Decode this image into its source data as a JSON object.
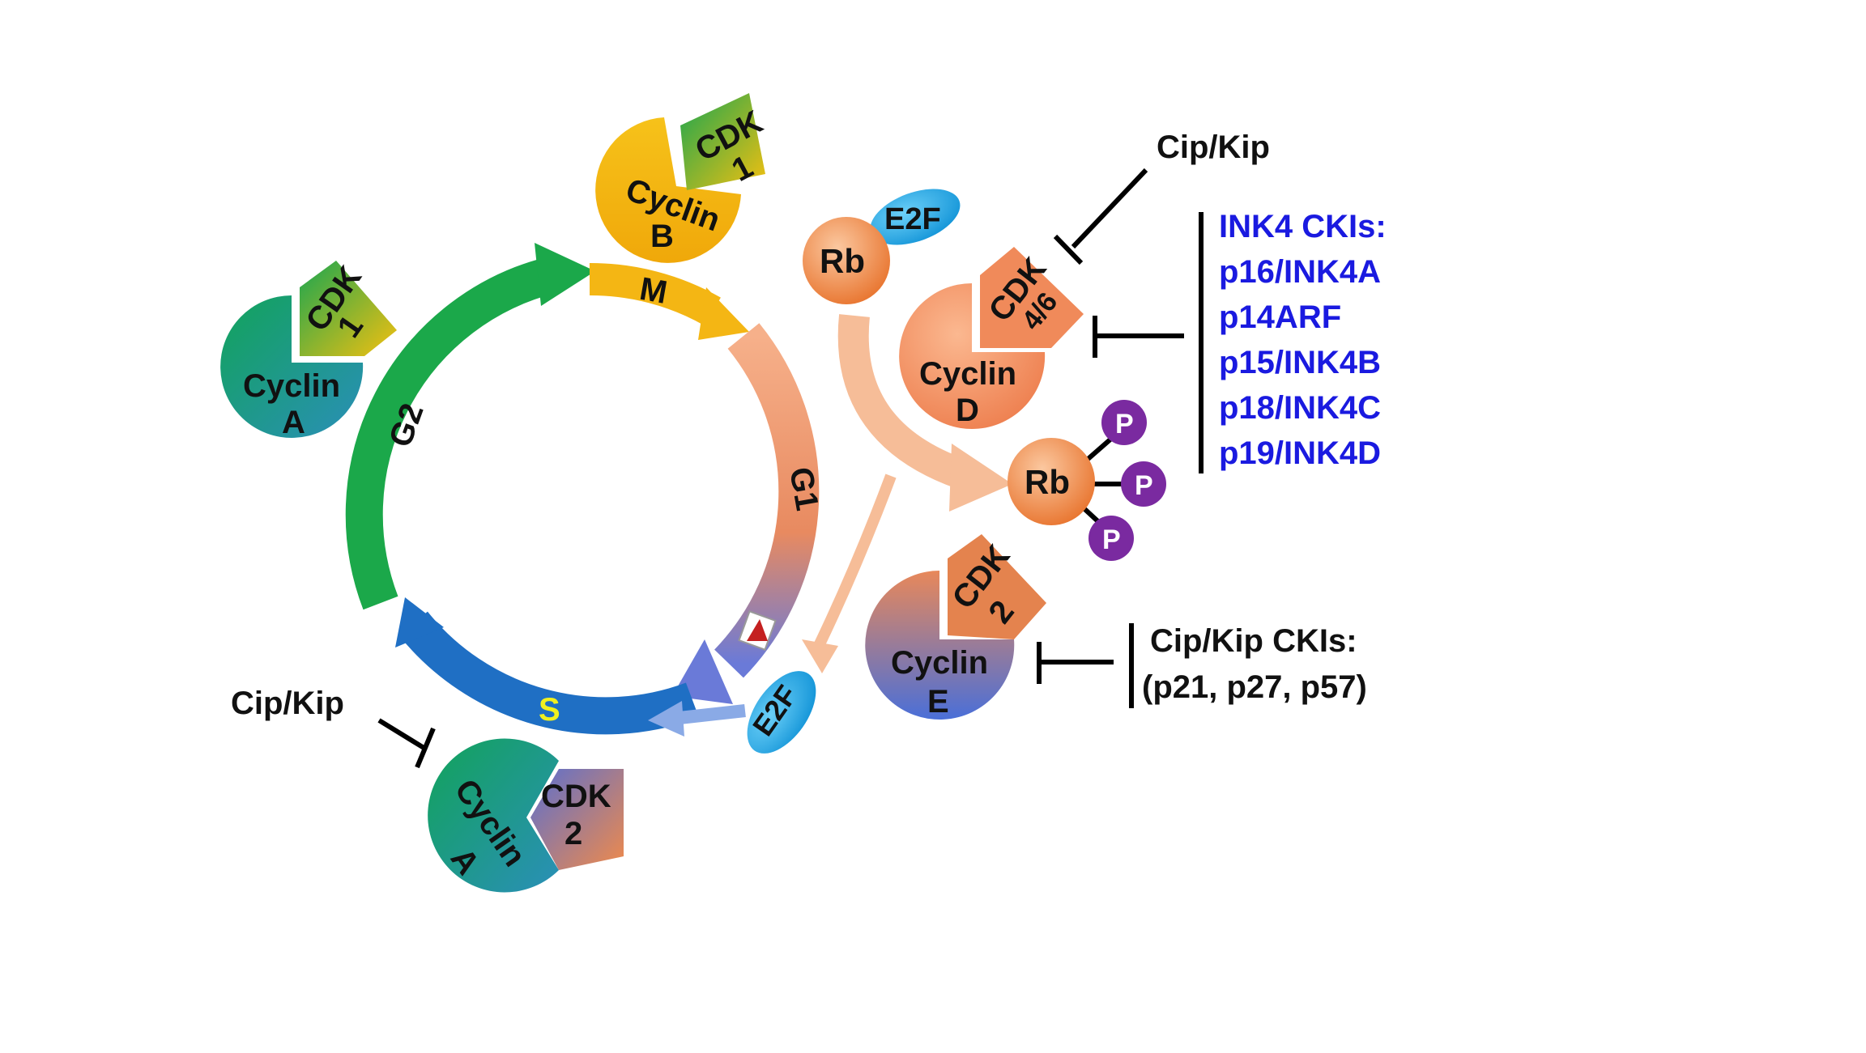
{
  "colors": {
    "g2": "#1ba84a",
    "m": "#f4b614",
    "g1": "#f0a27a",
    "s": "#1f6fc4",
    "cyclin_a": "#1f9a6a",
    "cyclin_b": "#f4b614",
    "cyclin_d": "#f08a5a",
    "cyclin_e": "#d8885a",
    "rb": "#f08b4a",
    "e2f": "#23a9e6",
    "phospho": "#7a2aa0",
    "inhibitor_list": "#1a1ae0"
  },
  "phases": {
    "g2": "G2",
    "m": "M",
    "g1": "G1",
    "s": "S"
  },
  "complexes": {
    "cyclin_a_cdk1": {
      "cyclin": "Cyclin",
      "cyclin_sub": "A",
      "cdk": "CDK",
      "cdk_sub": "1"
    },
    "cyclin_b_cdk1": {
      "cyclin": "Cyclin",
      "cyclin_sub": "B",
      "cdk": "CDK",
      "cdk_sub": "1"
    },
    "cyclin_d_cdk46": {
      "cyclin": "Cyclin",
      "cyclin_sub": "D",
      "cdk": "CDK",
      "cdk_sub": "4/6"
    },
    "cyclin_e_cdk2": {
      "cyclin": "Cyclin",
      "cyclin_sub": "E",
      "cdk": "CDK",
      "cdk_sub": "2"
    },
    "cyclin_a_cdk2": {
      "cyclin": "Cyclin",
      "cyclin_sub": "A",
      "cdk": "CDK",
      "cdk_sub": "2"
    }
  },
  "proteins": {
    "rb_top": "Rb",
    "e2f_top": "E2F",
    "rb_phospho": "Rb",
    "phosphate": "P",
    "e2f_bottom": "E2F"
  },
  "inhibitors": {
    "cip_kip_top": "Cip/Kip",
    "cip_kip_bottom": "Cip/Kip",
    "ink4_list": [
      "INK4 CKIs:",
      "p16/INK4A",
      "p14ARF",
      "p15/INK4B",
      "p18/INK4C",
      "p19/INK4D"
    ],
    "cip_kip_ckis": [
      "Cip/Kip CKIs:",
      "(p21, p27, p57)"
    ]
  }
}
